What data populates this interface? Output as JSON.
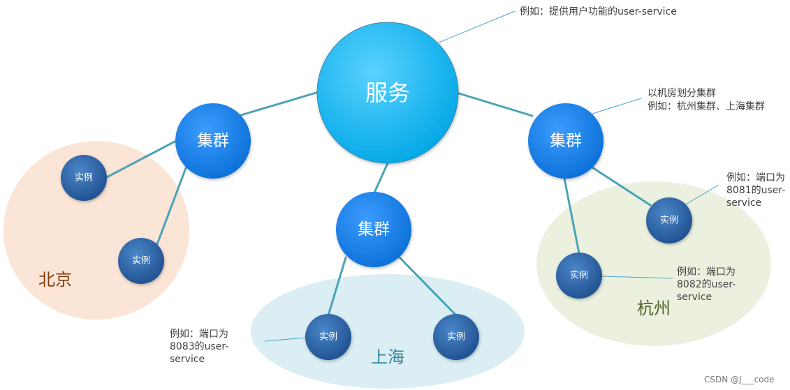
{
  "service": {
    "label": "服务",
    "color_top": "#5ad2ff",
    "color_bottom": "#00a7e6"
  },
  "clusters": [
    {
      "id": "left",
      "label": "集群"
    },
    {
      "id": "middle",
      "label": "集群"
    },
    {
      "id": "right",
      "label": "集群"
    }
  ],
  "instances": [
    {
      "id": "bj1",
      "label": "实例"
    },
    {
      "id": "bj2",
      "label": "实例"
    },
    {
      "id": "sh1",
      "label": "实例"
    },
    {
      "id": "sh2",
      "label": "实例"
    },
    {
      "id": "hz1",
      "label": "实例"
    },
    {
      "id": "hz2",
      "label": "实例"
    }
  ],
  "regions": [
    {
      "id": "beijing",
      "label": "北京",
      "fill": "#fbe5d6",
      "text_color": "#843c0c"
    },
    {
      "id": "shanghai",
      "label": "上海",
      "fill": "#daeef3",
      "text_color": "#31849b"
    },
    {
      "id": "hangzhou",
      "label": "杭州",
      "fill": "#ebf1de",
      "text_color": "#4f6228"
    }
  ],
  "annotations": {
    "service_note": "例如：提供用户功能的user-service",
    "cluster_note": [
      "以机房划分集群",
      "例如：杭州集群、上海集群"
    ],
    "hz1_note": [
      "例如：端口为",
      "8081的user-",
      "service"
    ],
    "hz2_note": [
      "例如：端口为",
      "8082的user-",
      "service"
    ],
    "sh1_note": [
      "例如：端口为",
      "8083的user-",
      "service"
    ]
  },
  "watermark": "CSDN @J___code",
  "colors": {
    "cluster_top": "#3c9cff",
    "cluster_bottom": "#0a6fd6",
    "instance_top": "#4a86c8",
    "instance_bottom": "#1f4f8f",
    "edge": "#4aa3b8"
  }
}
